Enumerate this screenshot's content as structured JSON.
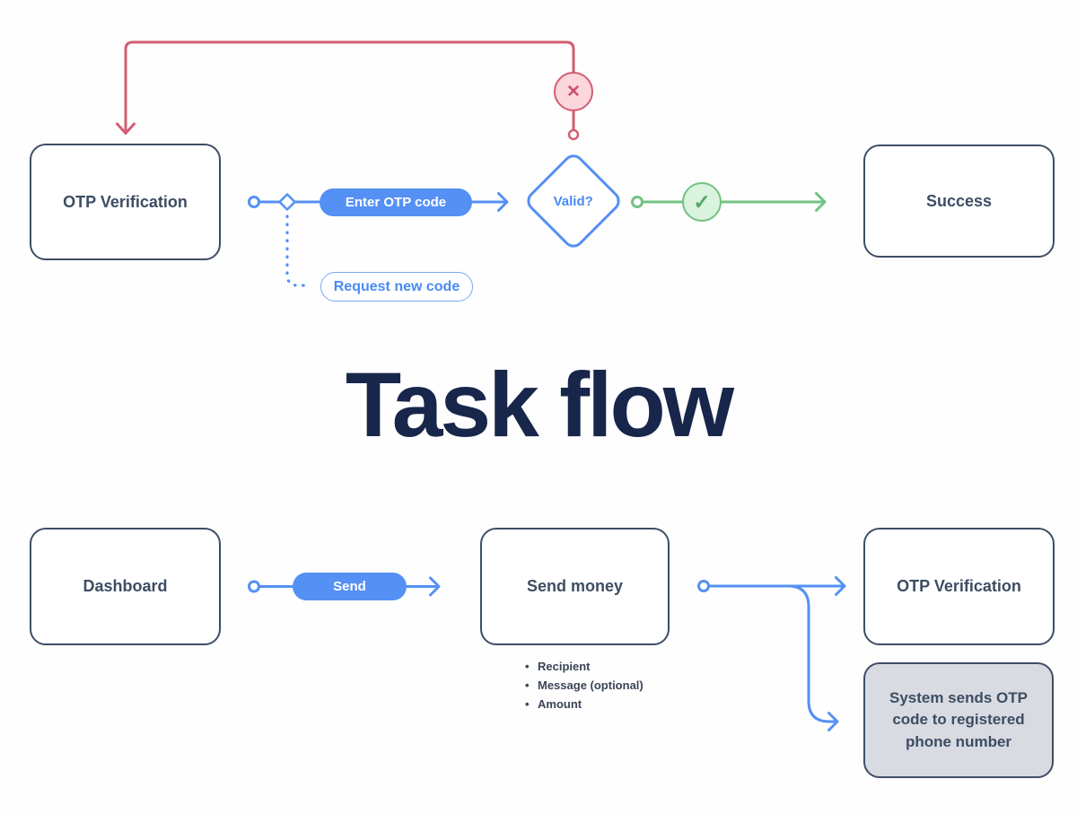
{
  "title": "Task flow",
  "icons": {
    "fail": "✕",
    "success": "✓"
  },
  "colors": {
    "node_border": "#3e4e66",
    "node_text": "#3d4d63",
    "title_text": "#17264a",
    "blue_accent": "#5590f4",
    "blue_text": "#4a8af3",
    "red_accent": "#d35d73",
    "red_fill": "#fbd6db",
    "green_accent": "#72c283",
    "green_fill": "#daf3de",
    "gray_fill": "#d8dbe1"
  },
  "top_flow": {
    "otp_box": "OTP Verification",
    "enter_otp_pill": "Enter OTP code",
    "valid_diamond": "Valid?",
    "success_box": "Success",
    "request_pill": "Request new code"
  },
  "bottom_flow": {
    "dashboard_box": "Dashboard",
    "send_pill": "Send",
    "send_money_box": "Send money",
    "send_money_details": [
      "Recipient",
      "Message (optional)",
      "Amount"
    ],
    "otp_box": "OTP Verification",
    "system_box": "System sends OTP code to registered phone number"
  }
}
